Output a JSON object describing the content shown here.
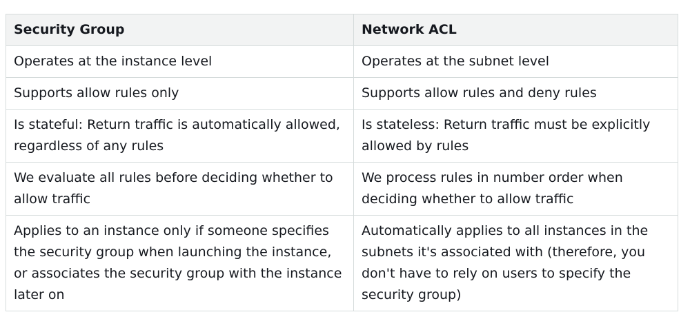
{
  "table": {
    "headers": [
      "Security Group",
      "Network ACL"
    ],
    "rows": [
      [
        "Operates at the instance level",
        "Operates at the subnet level"
      ],
      [
        "Supports allow rules only",
        "Supports allow rules and deny rules"
      ],
      [
        "Is stateful: Return traffic is automatically allowed, regardless of any rules",
        "Is stateless: Return traffic must be explicitly allowed by rules"
      ],
      [
        "We evaluate all rules before deciding whether to allow traffic",
        "We process rules in number order when deciding whether to allow traffic"
      ],
      [
        "Applies to an instance only if someone specifies the security group when launching the instance, or associates the security group with the instance later on",
        "Automatically applies to all instances in the subnets it's associated with (therefore, you don't have to rely on users to specify the security group)"
      ]
    ]
  }
}
